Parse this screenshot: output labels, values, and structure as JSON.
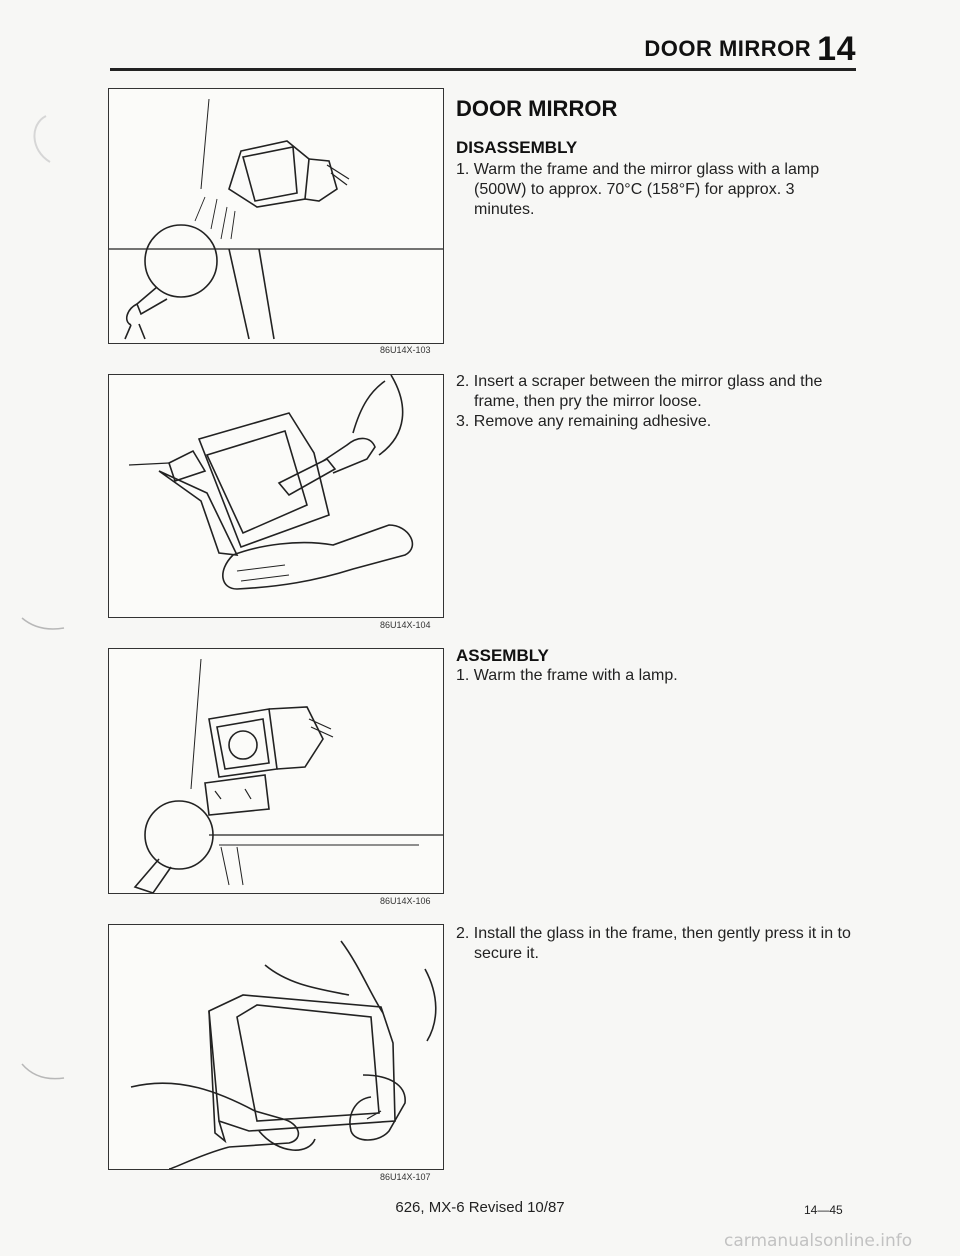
{
  "header": {
    "title": "DOOR MIRROR",
    "section_number": "14"
  },
  "section_title": "DOOR MIRROR",
  "disassembly": {
    "heading": "DISASSEMBLY",
    "steps": [
      "1. Warm the frame and the mirror glass with a lamp (500W) to approx. 70°C (158°F) for approx. 3 minutes.",
      "2. Insert a scraper between the mirror glass and the frame, then pry the mirror loose.",
      "3. Remove any remaining adhesive."
    ]
  },
  "assembly": {
    "heading": "ASSEMBLY",
    "steps": [
      "1. Warm the frame with a lamp.",
      "2. Install the glass in the frame, then gently press it in to secure it."
    ]
  },
  "figures": [
    {
      "code": "86U14X-103",
      "icon": "lamp-heating-mirror"
    },
    {
      "code": "86U14X-104",
      "icon": "scraper-prying-mirror"
    },
    {
      "code": "86U14X-106",
      "icon": "lamp-heating-frame"
    },
    {
      "code": "86U14X-107",
      "icon": "hands-pressing-glass"
    }
  ],
  "footer": {
    "revision": "626, MX-6 Revised 10/87",
    "page_number": "14—45"
  },
  "watermark": "carmanualsonline.info"
}
